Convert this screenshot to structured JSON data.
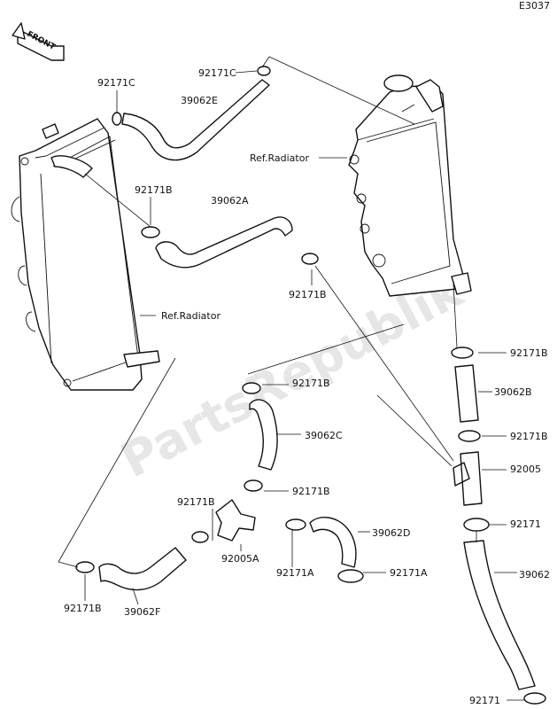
{
  "diagram_code": "E3037",
  "front_badge": "FRONT",
  "watermark": "PartsRepublik",
  "refs": {
    "left_radiator": "Ref.Radiator",
    "right_radiator": "Ref.Radiator"
  },
  "labels": {
    "c1": "92171C",
    "c2": "92171C",
    "e": "39062E",
    "b_upper_left": "92171B",
    "a": "39062A",
    "b_mid_right": "92171B",
    "b_right_upper": "92171B",
    "b_center": "92171B",
    "hose_c": "39062C",
    "hose_b": "39062B",
    "b_right_lower": "92171B",
    "joint": "92005",
    "b_center_lower": "92171B",
    "b_left_small": "92171B",
    "joint_a": "92005A",
    "a_clamp1": "92171A",
    "hose_d": "39062D",
    "a_clamp2": "92171A",
    "clamp_r": "92171",
    "hose_long": "39062",
    "b_bottom_left": "92171B",
    "hose_f": "39062F",
    "clamp_bottom": "92171"
  }
}
